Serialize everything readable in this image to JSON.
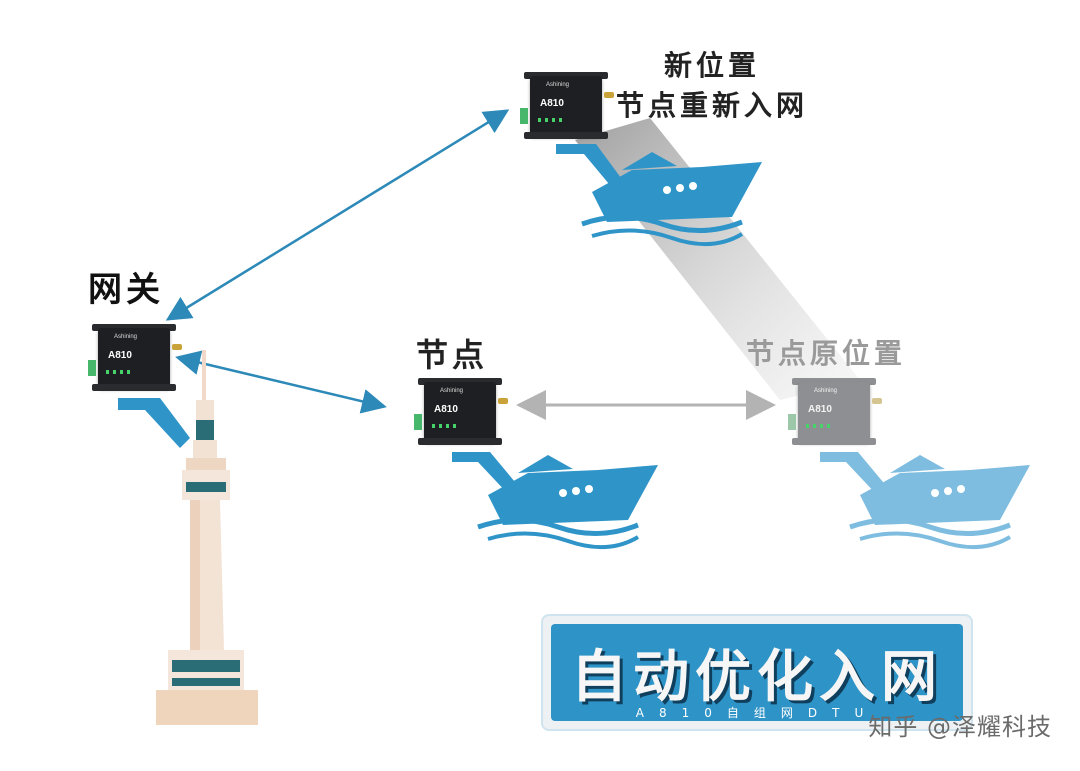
{
  "labels": {
    "gateway": "网关",
    "node": "节点",
    "original_position": "节点原位置",
    "new_position_line1": "新位置",
    "new_position_line2": "节点重新入网"
  },
  "device": {
    "brand": "Ashining",
    "model": "A810"
  },
  "banner": {
    "title": "自动优化入网",
    "subtitle": "A810自组网DTU"
  },
  "watermark": "知乎 @泽耀科技",
  "colors": {
    "arrow_blue": "#2d8ab8",
    "arrow_gray": "#b3b3b3",
    "ship_blue": "#2f95c9",
    "ship_faded": "#7fbde0",
    "banner_blue": "#2e93c6"
  }
}
